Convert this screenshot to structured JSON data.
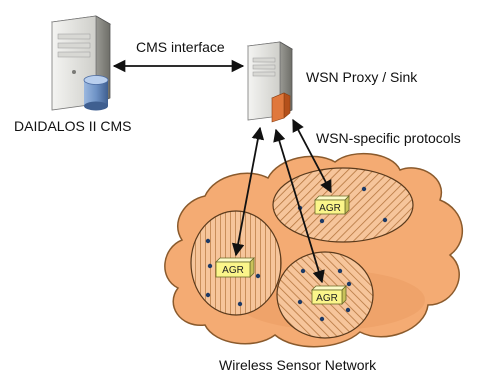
{
  "labels": {
    "cms_interface": "CMS interface",
    "wsn_proxy": "WSN Proxy / Sink",
    "daidalos_cms": "DAIDALOS II CMS",
    "wsn_protocols": "WSN-specific protocols",
    "wireless_sensor_network": "Wireless Sensor Network"
  },
  "aggregators": [
    {
      "label": "AGR"
    },
    {
      "label": "AGR"
    },
    {
      "label": "AGR"
    }
  ],
  "colors": {
    "cloud_fill": "#f4ab73",
    "cloud_stroke": "#8a5a2c",
    "cluster_hatch": "#b5763f",
    "agr_fill": "#fbf58a",
    "server_body": "#e6e6e2",
    "database": "#6f93c6",
    "sink_module": "#e0783c"
  }
}
